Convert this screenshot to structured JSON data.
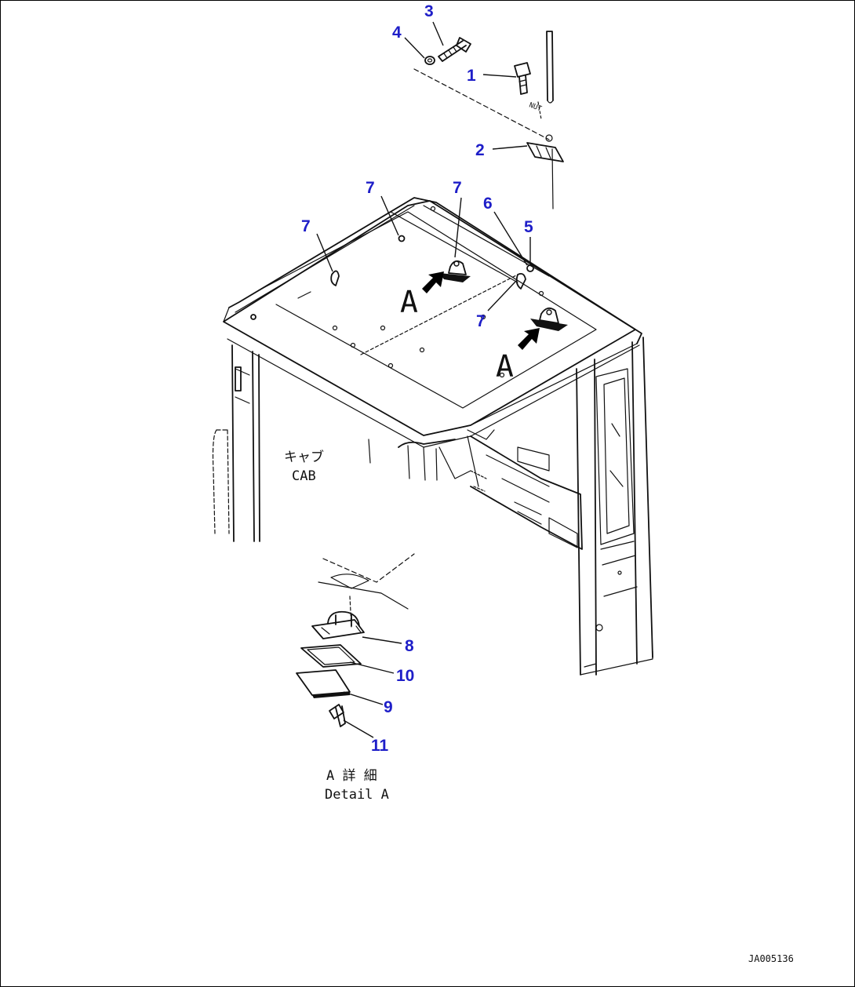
{
  "diagram": {
    "callouts": {
      "c1": "1",
      "c2": "2",
      "c3": "3",
      "c4": "4",
      "c5": "5",
      "c6": "6",
      "c7a": "7",
      "c7b": "7",
      "c7c": "7",
      "c7d": "7",
      "c8": "8",
      "c9": "9",
      "c10": "10",
      "c11": "11"
    },
    "view_markers": {
      "a1": "A",
      "a2": "A"
    },
    "labels": {
      "cab_jp": "キャブ",
      "cab_en": "CAB",
      "detail_jp": "A 詳 細",
      "detail_en": "Detail A"
    },
    "drawing_number": "JA005136",
    "colors": {
      "callout": "#1e1ec8",
      "line": "#111111",
      "background": "#ffffff"
    }
  }
}
